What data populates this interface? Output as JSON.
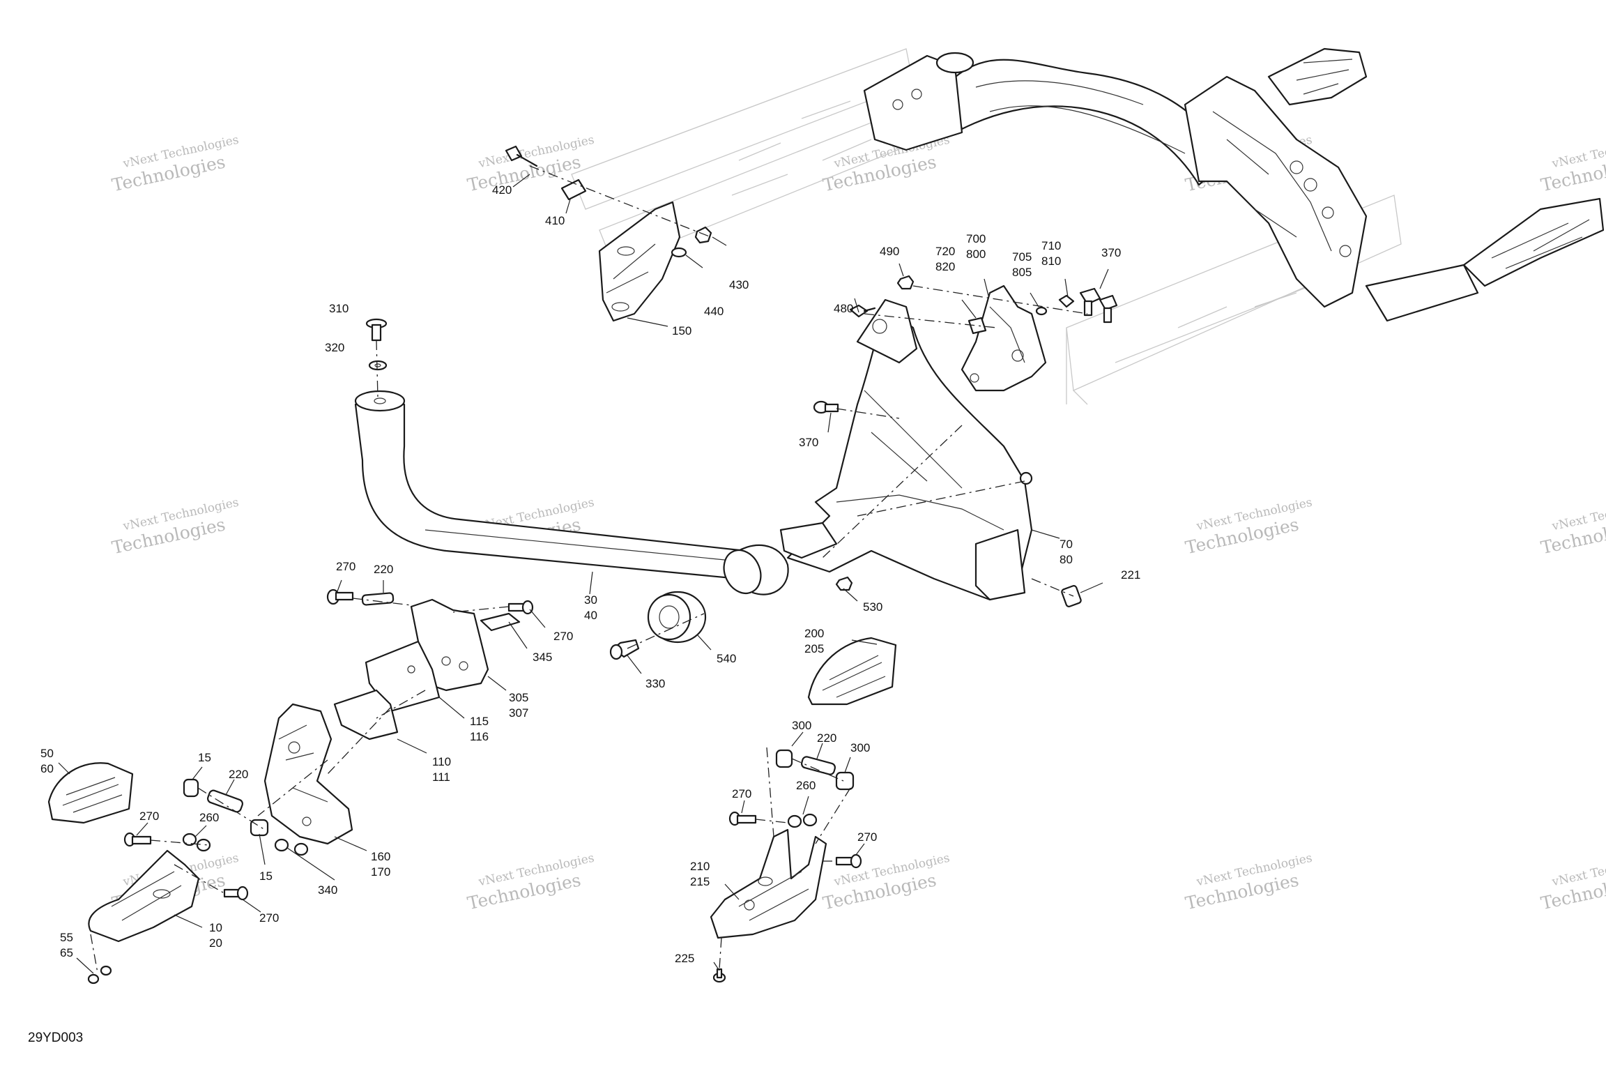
{
  "diagram": {
    "reference_code": "29YD003",
    "watermark": {
      "line1": "vNext Technologies",
      "line2": "Technologies"
    },
    "callouts": [
      {
        "id": "c-420",
        "text": "420"
      },
      {
        "id": "c-410",
        "text": "410"
      },
      {
        "id": "c-430",
        "text": "430"
      },
      {
        "id": "c-440",
        "text": "440"
      },
      {
        "id": "c-150",
        "text": "150"
      },
      {
        "id": "c-310",
        "text": "310"
      },
      {
        "id": "c-320",
        "text": "320"
      },
      {
        "id": "c-490",
        "text": "490"
      },
      {
        "id": "c-480",
        "text": "480"
      },
      {
        "id": "c-720",
        "text": "720"
      },
      {
        "id": "c-820",
        "text": "820"
      },
      {
        "id": "c-700",
        "text": "700"
      },
      {
        "id": "c-800",
        "text": "800"
      },
      {
        "id": "c-705",
        "text": "705"
      },
      {
        "id": "c-805",
        "text": "805"
      },
      {
        "id": "c-710",
        "text": "710"
      },
      {
        "id": "c-810",
        "text": "810"
      },
      {
        "id": "c-370a",
        "text": "370"
      },
      {
        "id": "c-370b",
        "text": "370"
      },
      {
        "id": "c-70",
        "text": "70"
      },
      {
        "id": "c-80",
        "text": "80"
      },
      {
        "id": "c-221",
        "text": "221"
      },
      {
        "id": "c-530",
        "text": "530"
      },
      {
        "id": "c-30",
        "text": "30"
      },
      {
        "id": "c-40",
        "text": "40"
      },
      {
        "id": "c-540",
        "text": "540"
      },
      {
        "id": "c-330",
        "text": "330"
      },
      {
        "id": "c-270a",
        "text": "270"
      },
      {
        "id": "c-220a",
        "text": "220"
      },
      {
        "id": "c-270b",
        "text": "270"
      },
      {
        "id": "c-345",
        "text": "345"
      },
      {
        "id": "c-305",
        "text": "305"
      },
      {
        "id": "c-307",
        "text": "307"
      },
      {
        "id": "c-115",
        "text": "115"
      },
      {
        "id": "c-116",
        "text": "116"
      },
      {
        "id": "c-110",
        "text": "110"
      },
      {
        "id": "c-111",
        "text": "111"
      },
      {
        "id": "c-200",
        "text": "200"
      },
      {
        "id": "c-205",
        "text": "205"
      },
      {
        "id": "c-300a",
        "text": "300"
      },
      {
        "id": "c-220b",
        "text": "220"
      },
      {
        "id": "c-300b",
        "text": "300"
      },
      {
        "id": "c-260a",
        "text": "260"
      },
      {
        "id": "c-270c",
        "text": "270"
      },
      {
        "id": "c-270d",
        "text": "270"
      },
      {
        "id": "c-210",
        "text": "210"
      },
      {
        "id": "c-215",
        "text": "215"
      },
      {
        "id": "c-225",
        "text": "225"
      },
      {
        "id": "c-50",
        "text": "50"
      },
      {
        "id": "c-60",
        "text": "60"
      },
      {
        "id": "c-15a",
        "text": "15"
      },
      {
        "id": "c-220c",
        "text": "220"
      },
      {
        "id": "c-270e",
        "text": "270"
      },
      {
        "id": "c-260b",
        "text": "260"
      },
      {
        "id": "c-15b",
        "text": "15"
      },
      {
        "id": "c-340",
        "text": "340"
      },
      {
        "id": "c-160",
        "text": "160"
      },
      {
        "id": "c-170",
        "text": "170"
      },
      {
        "id": "c-270f",
        "text": "270"
      },
      {
        "id": "c-10",
        "text": "10"
      },
      {
        "id": "c-20",
        "text": "20"
      },
      {
        "id": "c-55",
        "text": "55"
      },
      {
        "id": "c-65",
        "text": "65"
      }
    ]
  }
}
